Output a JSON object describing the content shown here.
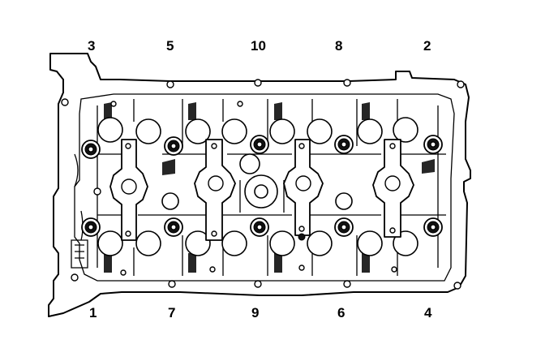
{
  "diagram": {
    "labels": {
      "top": [
        "3",
        "5",
        "10",
        "8",
        "2"
      ],
      "bottom": [
        "1",
        "7",
        "9",
        "6",
        "4"
      ]
    },
    "colors": {
      "line": "#000000",
      "background": "#ffffff"
    }
  }
}
